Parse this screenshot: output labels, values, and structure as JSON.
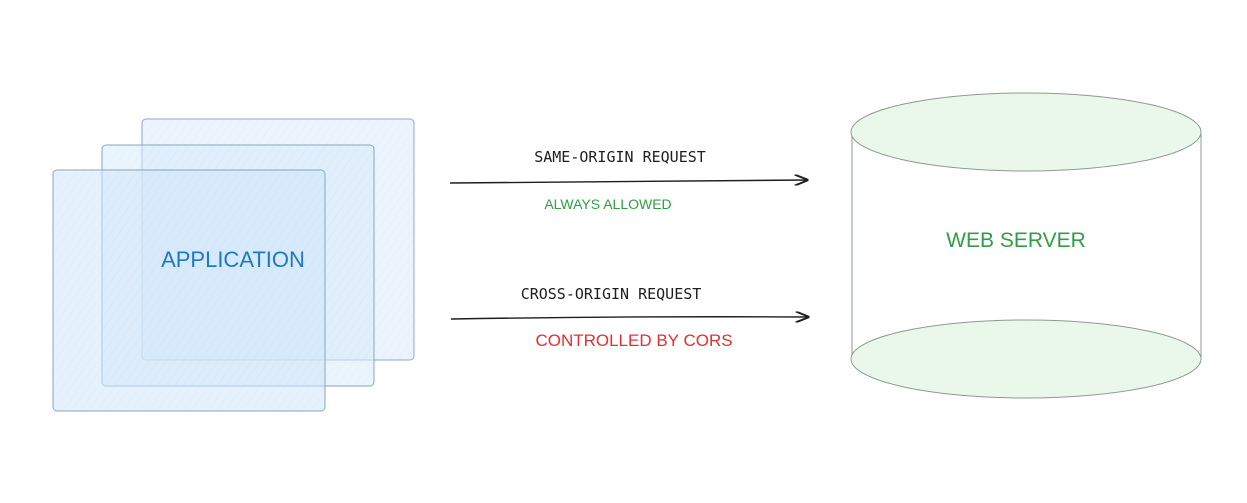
{
  "diagram": {
    "application": {
      "label": "APPLICATION"
    },
    "server": {
      "label": "WEB SERVER"
    },
    "requests": [
      {
        "label": "SAME-ORIGIN REQUEST",
        "note": "ALWAYS ALLOWED"
      },
      {
        "label": "CROSS-ORIGIN REQUEST",
        "note": "CONTROLLED BY CORS"
      }
    ]
  },
  "colors": {
    "app_fill": "#d7ebfb",
    "app_stroke": "#8aa6bd",
    "app_text": "#1f78c1",
    "server_fill": "#eaf8ec",
    "server_stroke": "#8e9a91",
    "server_text": "#2f9e44",
    "request_text": "#1e1e1e",
    "allowed_text": "#2f9e44",
    "cors_text": "#e03131",
    "arrow": "#1e1e1e"
  }
}
